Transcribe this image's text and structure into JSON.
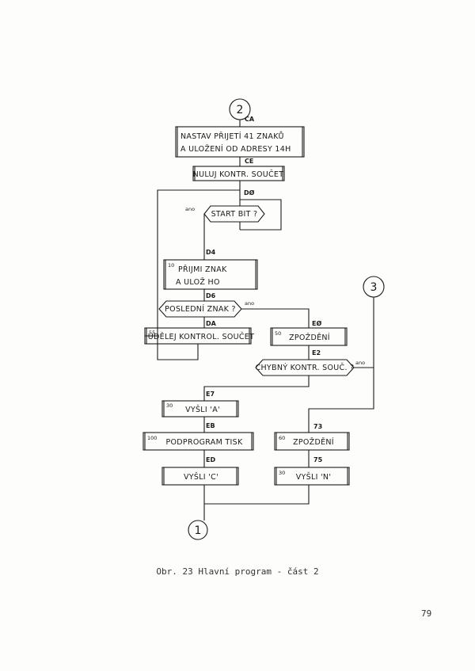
{
  "flowchart": {
    "connector_top": "2",
    "connector_right": "3",
    "connector_bottom": "1",
    "labels": {
      "ca": "CA",
      "ce": "CE",
      "d0": "DØ",
      "d4": "D4",
      "d6": "D6",
      "da": "DA",
      "e0": "EØ",
      "e2": "E2",
      "e7": "E7",
      "eb": "EB",
      "ed": "ED",
      "l73": "73",
      "l75": "75"
    },
    "yes_label": "ano",
    "steps": {
      "receive_setup_line1": "NASTAV PŘIJETÍ 41 ZNAKŮ",
      "receive_setup_line2": "A ULOŽENÍ OD ADRESY 14H",
      "reset_checksum": "NULUJ KONTR. SOUČET",
      "start_bit": "START BIT ?",
      "receive_char_num": "10",
      "receive_char_line1": "PŘIJMI ZNAK",
      "receive_char_line2": "A ULOŽ HO",
      "last_char": "POSLEDNÍ ZNAK ?",
      "make_checksum_num": "55",
      "make_checksum": "UDĚLEJ KONTROL. SOUČET",
      "delay1_num": "50",
      "delay1": "ZPOŽDĚNÍ",
      "wrong_checksum": "CHYBNÝ KONTR. SOUČ. ?",
      "send_a_num": "30",
      "send_a": "VYŠLI 'A'",
      "print_sub_num": "100",
      "print_sub": "PODPROGRAM TISK",
      "send_c": "VYŠLI 'C'",
      "delay2_num": "60",
      "delay2": "ZPOŽDĚNÍ",
      "send_n_num": "30",
      "send_n": "VYŠLI 'N'"
    }
  },
  "caption": "Obr. 23 Hlavní program - část 2",
  "page_number": "79"
}
